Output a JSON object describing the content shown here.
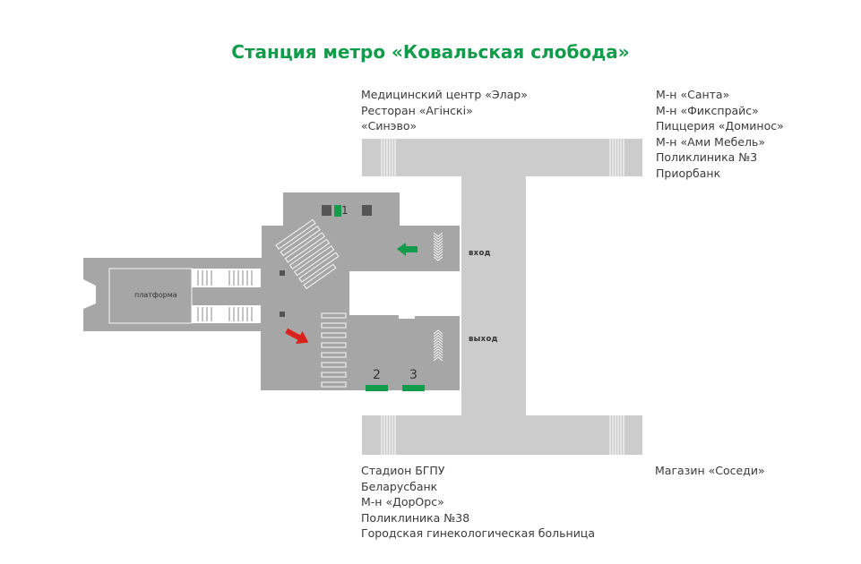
{
  "title": "Станция метро «Ковальская слобода»",
  "exits_north_west": [
    "Медицинский центр «Элар»",
    "Ресторан «Агінскі»",
    "«Синэво»"
  ],
  "exits_north_east": [
    "М-н «Санта»",
    "М-н «Фикспрайс»",
    "Пиццерия «Доминос»",
    "М-н «Ами Мебель»",
    "Поликлиника №3",
    "Приорбанк"
  ],
  "exits_south_west": [
    "Стадион БГПУ",
    "Беларусбанк",
    "М-н «ДорОрс»",
    "Поликлиника №38",
    "Городская гинекологическая больница"
  ],
  "exits_south_east": [
    "Магазин «Соседи»"
  ],
  "map": {
    "platform_label": "платформа",
    "entrance_label": "вход",
    "exit_label": "выход",
    "elevator_1": "1",
    "elevator_2": "2",
    "elevator_3": "3",
    "colors": {
      "accent_green": "#119b4a",
      "station_gray": "#a6a6a6",
      "underpass_gray": "#cccccc",
      "exit_arrow_red": "#d9221c",
      "block_dark": "#555555"
    }
  }
}
